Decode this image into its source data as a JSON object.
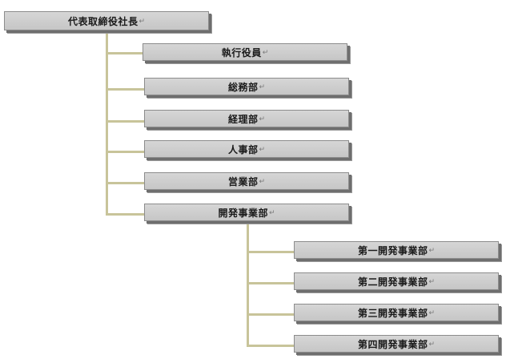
{
  "org_chart": {
    "root": {
      "label": "代表取締役社長"
    },
    "executive": {
      "label": "執行役員"
    },
    "departments": [
      {
        "label": "総務部"
      },
      {
        "label": "経理部"
      },
      {
        "label": "人事部"
      },
      {
        "label": "営業部"
      },
      {
        "label": "開発事業部"
      }
    ],
    "development_divisions": [
      {
        "label": "第一開発事業部"
      },
      {
        "label": "第二開発事業部"
      },
      {
        "label": "第三開発事業部"
      },
      {
        "label": "第四開発事業部"
      }
    ],
    "paragraph_mark": "↵",
    "colors": {
      "box_fill": "#cccccc",
      "box_shadow": "#6e6e6e",
      "connector": "#c8c49a"
    }
  }
}
